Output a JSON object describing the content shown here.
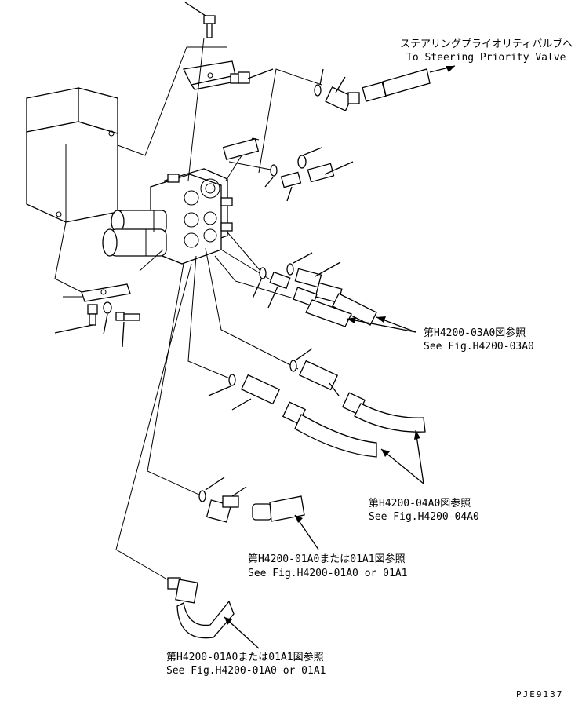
{
  "callouts": {
    "steering": {
      "jp": "ステアリングプライオリティバルブへ",
      "en": "To Steering Priority Valve"
    },
    "ref_03a0": {
      "jp": "第H4200-03A0図参照",
      "en": "See Fig.H4200-03A0"
    },
    "ref_04a0": {
      "jp": "第H4200-04A0図参照",
      "en": "See Fig.H4200-04A0"
    },
    "ref_01a0_upper": {
      "jp": "第H4200-01A0または01A1図参照",
      "en": "See Fig.H4200-01A0 or 01A1"
    },
    "ref_01a0_lower": {
      "jp": "第H4200-01A0または01A1図参照",
      "en": "See Fig.H4200-01A0 or 01A1"
    }
  },
  "drawing_code": "PJE9137"
}
